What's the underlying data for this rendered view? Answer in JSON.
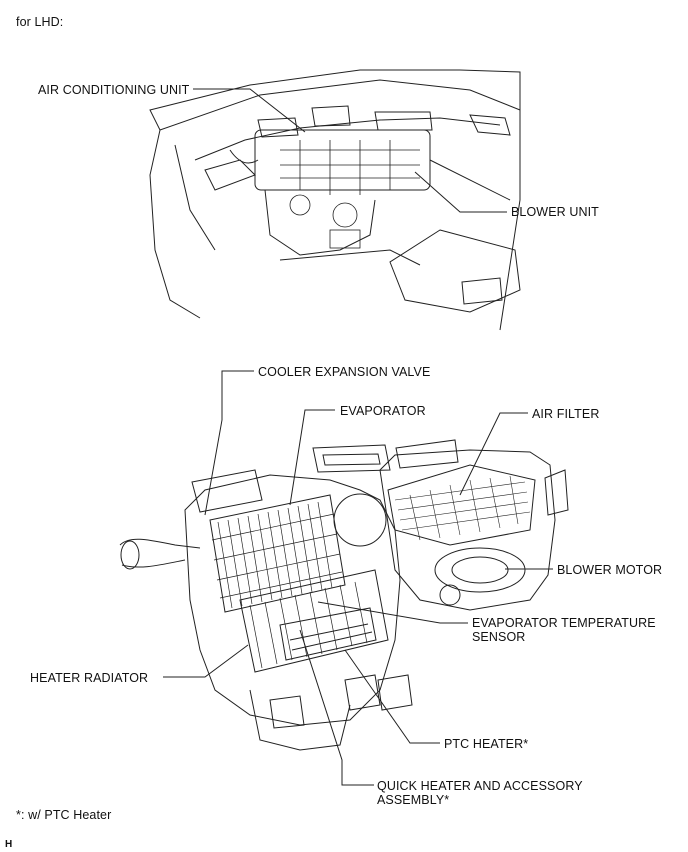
{
  "header": {
    "variant": "for LHD:"
  },
  "labels": {
    "air_conditioning_unit": "AIR CONDITIONING UNIT",
    "blower_unit": "BLOWER UNIT",
    "cooler_expansion_valve": "COOLER EXPANSION VALVE",
    "evaporator": "EVAPORATOR",
    "air_filter": "AIR FILTER",
    "blower_motor": "BLOWER MOTOR",
    "evaporator_temp_sensor_l1": "EVAPORATOR TEMPERATURE",
    "evaporator_temp_sensor_l2": "SENSOR",
    "heater_radiator": "HEATER RADIATOR",
    "ptc_heater": "PTC HEATER*",
    "quick_heater_l1": "QUICK HEATER AND ACCESSORY",
    "quick_heater_l2": "ASSEMBLY*"
  },
  "footnote": "*: w/ PTC Heater",
  "corner_mark": "H"
}
